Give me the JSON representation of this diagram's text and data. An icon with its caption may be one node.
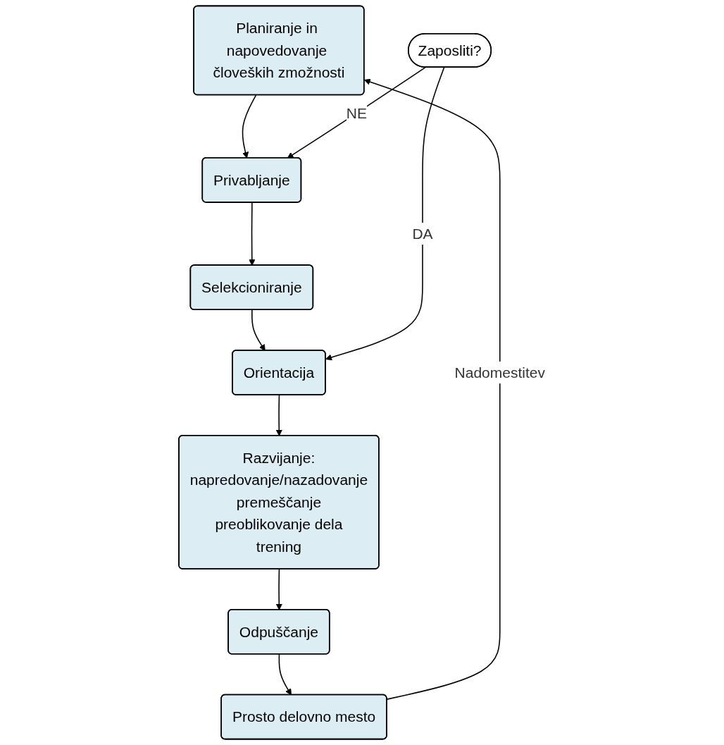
{
  "diagram": {
    "nodes": [
      {
        "text": [
          "Planiranje in napovedovanje človeških zmožnosti"
        ]
      },
      {
        "text": [
          "Privabljanje"
        ]
      },
      {
        "text": [
          "Selekcioniranje"
        ]
      },
      {
        "text": [
          "Zaposliti?"
        ]
      },
      {
        "text": [
          "Orientacija"
        ]
      },
      {
        "text": [
          "Razvijanje:",
          "napredovanje/nazadovanje",
          "premeščanje",
          "preoblikovanje dela",
          "trening"
        ]
      },
      {
        "text": [
          "Odpuščanje"
        ]
      },
      {
        "text": [
          "Prosto delovno mesto"
        ]
      }
    ],
    "edges": [
      {
        "from": 0,
        "to": 1,
        "arrow": "to"
      },
      {
        "from": 1,
        "to": 2,
        "arrow": "to"
      },
      {
        "from": 2,
        "to": 4,
        "arrow": "to"
      },
      {
        "from": 3,
        "to": 1,
        "arrow": "to",
        "label": "NE"
      },
      {
        "from": 3,
        "to": 4,
        "arrow": "to",
        "label": "DA"
      },
      {
        "from": 4,
        "to": 5,
        "arrow": "to"
      },
      {
        "from": 5,
        "to": 6,
        "arrow": "to"
      },
      {
        "from": 6,
        "to": 7,
        "arrow": "to"
      },
      {
        "from": 7,
        "to": 0,
        "arrow": "to",
        "label": "Nadomestitev"
      }
    ]
  }
}
